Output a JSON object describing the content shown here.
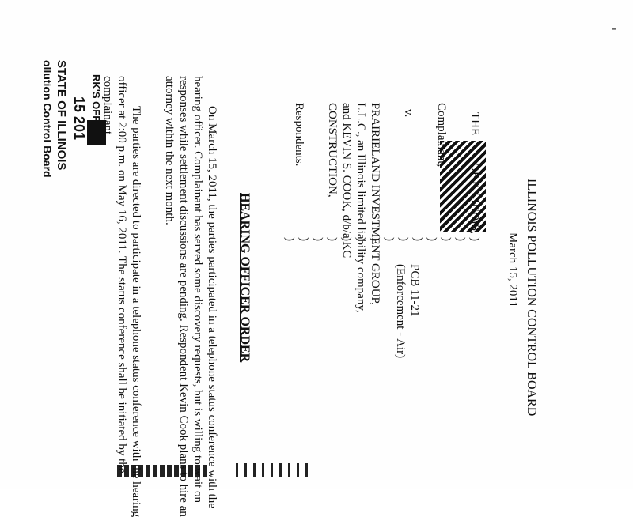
{
  "stamp": {
    "office": "RK'S OFFI",
    "date_fragment": "15 201",
    "state": "STATE OF ILLINOIS",
    "board_fragment": "ollution Control Board"
  },
  "header": {
    "board": "ILLINOIS POLLUTION CONTROL BOARD",
    "date": "March 15, 2011"
  },
  "caption": {
    "plaintiff_prefix": "THE",
    "plaintiff_suffix": "OF ILLINOIS,",
    "complainant_label": "Complainant,",
    "versus": "v.",
    "respondent_lines": [
      "PRAIRIELAND INVESTMENT GROUP,",
      "L.L.C., an Illinois limited liability company,",
      "and KEVIN S. COOK, d/b/a KC",
      "CONSTRUCTION,"
    ],
    "respondents_label": "Respondents.",
    "case_number": "PCB 11-21",
    "case_type": "(Enforcement - Air)",
    "paren_char": ")"
  },
  "order": {
    "title": "HEARING OFFICER ORDER",
    "paragraph1_lines": [
      "On March 15, 2011, the parties participated in a telephone status conference with the",
      "hearing officer.  Complainant has served some discovery requests, but is willing to wait on",
      "responses while settlement discussions are pending.  Respondent Kevin Cook plans to hire an",
      "attorney within the next month."
    ],
    "paragraph2_lines": [
      "The parties are directed to participate in a telephone status conference with the hearing",
      "officer at 2:00 p.m. on May 16, 2011.  The status conference shall be initiated by the",
      "complainant."
    ]
  }
}
